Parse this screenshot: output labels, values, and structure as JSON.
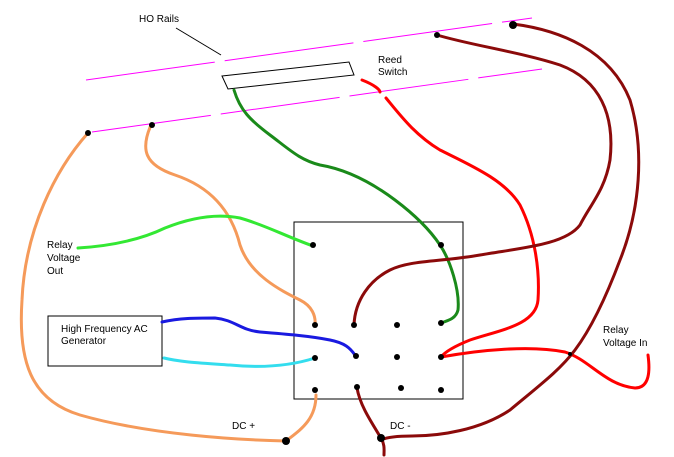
{
  "labels": {
    "ho_rails": "HO Rails",
    "reed_switch_1": "Reed",
    "reed_switch_2": "Switch",
    "relay_voltage_out_1": "Relay",
    "relay_voltage_out_2": "Voltage",
    "relay_voltage_out_3": "Out",
    "hf_ac_1": "High Frequency AC",
    "hf_ac_2": "Generator",
    "relay_voltage_in_1": "Relay",
    "relay_voltage_in_2": "Voltage In",
    "dc_plus": "DC +",
    "dc_minus": "DC -"
  },
  "colors": {
    "rails": "#ff00ff",
    "orange_wire": "#f59a5a",
    "green_wire": "#1a8a1a",
    "light_green_wire": "#33e833",
    "red_wire": "#ff0000",
    "dark_red_wire": "#8b0a0a",
    "blue_wire": "#1a1ae0",
    "cyan_wire": "#33ddee"
  }
}
